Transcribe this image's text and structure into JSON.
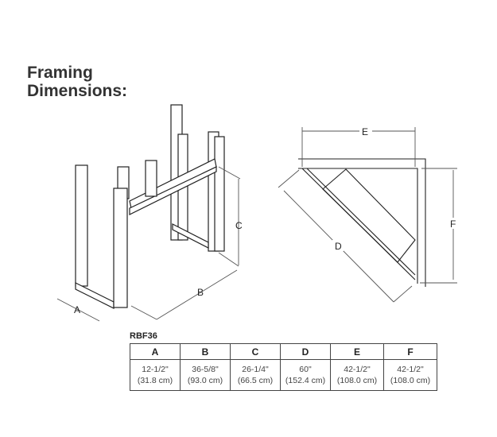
{
  "title_line1": "Framing",
  "title_line2": "Dimensions:",
  "diagram_labels": {
    "A": "A",
    "B": "B",
    "C": "C",
    "D": "D",
    "E": "E",
    "F": "F"
  },
  "table": {
    "model": "RBF36",
    "headers": [
      "A",
      "B",
      "C",
      "D",
      "E",
      "F"
    ],
    "inches": [
      "12-1/2\"",
      "36-5/8\"",
      "26-1/4\"",
      "60\"",
      "42-1/2\"",
      "42-1/2\""
    ],
    "cm": [
      "(31.8 cm)",
      "(93.0 cm)",
      "(66.5 cm)",
      "(152.4 cm)",
      "(108.0 cm)",
      "(108.0 cm)"
    ]
  }
}
